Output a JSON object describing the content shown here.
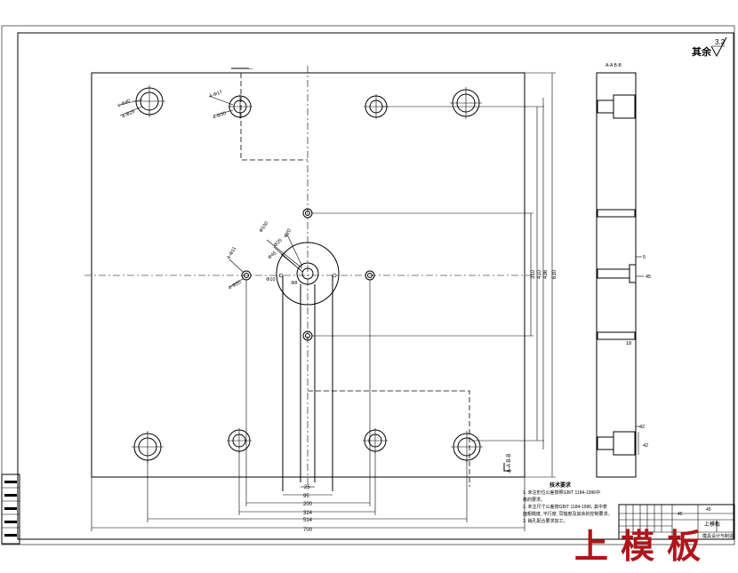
{
  "roughness_note": {
    "label": "其余",
    "value": "3.2"
  },
  "section_label": "A-A  B-B",
  "plate_title": "上模板",
  "hole_callouts": {
    "top_left": [
      "4-Φ40",
      "4-Φ25"
    ],
    "top_center": [
      "4-Φ17",
      "4-Φ30"
    ],
    "left_mid": [
      "4-Φ11",
      "4-Φ20"
    ],
    "center": [
      "Φ20",
      "Φ25",
      "Φ45",
      "Φ100",
      "Φ10",
      "Φ8"
    ]
  },
  "vertical_dims": [
    "310",
    "410",
    "436",
    "630"
  ],
  "horizontal_dims": [
    "25",
    "95",
    "200",
    "324",
    "514",
    "700"
  ],
  "side_dims": [
    "5",
    "45",
    "18",
    "42",
    "42"
  ],
  "tech_requirements": {
    "heading": "技术要求",
    "lines": [
      "1. 未注形位公差按照GB/T 1184-1996中",
      "   级的要求。",
      "2. 未注尺寸公差按GB/T 1184-1996, 其中表",
      "   面粗糙度, 平行度, 同轴度及其余的控制要求。",
      "3. 销孔配合要求加工。"
    ]
  },
  "title_block": {
    "part_name": "上模板",
    "material": "45",
    "drawing_no": "",
    "company": "模具设计与制造"
  },
  "left_stamp_cells": [
    "",
    "",
    "",
    "",
    ""
  ],
  "colors": {
    "line": "#000000",
    "title_red": "#b0151a"
  }
}
